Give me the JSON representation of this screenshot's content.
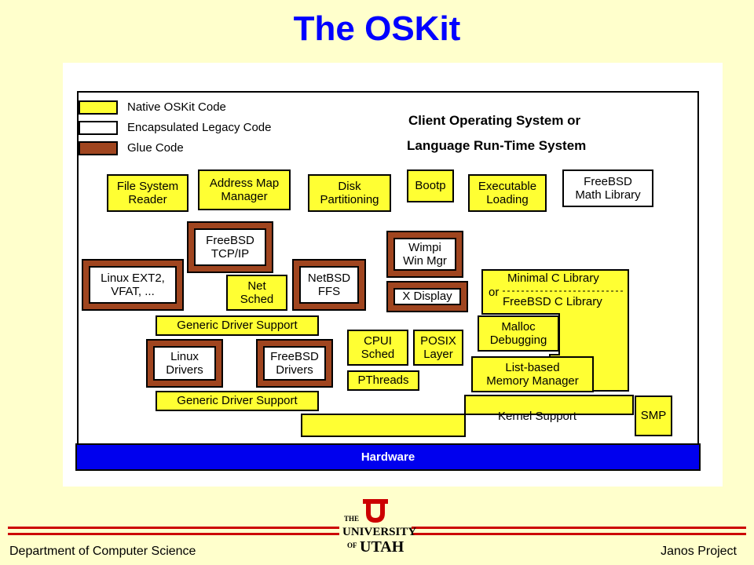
{
  "slide": {
    "title": "The OSKit"
  },
  "legend": {
    "native": "Native OSKit Code",
    "legacy": "Encapsulated Legacy Code",
    "glue": "Glue Code"
  },
  "client": {
    "line1": "Client Operating System or",
    "line2": "Language Run-Time System"
  },
  "components": {
    "file_system_reader": "File System\nReader",
    "address_map_manager": "Address Map\nManager",
    "disk_partitioning": "Disk\nPartitioning",
    "bootp": "Bootp",
    "executable_loading": "Executable\nLoading",
    "freebsd_math_library": "FreeBSD\nMath Library",
    "freebsd_tcpip": "FreeBSD\nTCP/IP",
    "wimpi_win_mgr": "Wimpi\nWin Mgr",
    "linux_ext2_vfat": "Linux EXT2,\nVFAT, ...",
    "net_sched": "Net\nSched",
    "netbsd_ffs": "NetBSD\nFFS",
    "x_display": "X Display",
    "minimal_c_library": "Minimal C Library",
    "or_label": "or",
    "freebsd_c_library": "FreeBSD C Library",
    "generic_driver_support_top": "Generic Driver Support",
    "malloc_debugging": "Malloc\nDebugging",
    "cpu_sched": "CPUI\nSched",
    "posix_layer": "POSIX\nLayer",
    "linux_drivers": "Linux\nDrivers",
    "freebsd_drivers": "FreeBSD\nDrivers",
    "list_based_memory_manager": "List-based\nMemory Manager",
    "pthreads": "PThreads",
    "generic_driver_support_bottom": "Generic Driver Support",
    "kernel_support": "Kernel Support",
    "smp": "SMP",
    "hardware": "Hardware"
  },
  "footer": {
    "left": "Department of Computer Science",
    "right": "Janos Project"
  },
  "logo": {
    "line1": "THE",
    "line2": "UNIVERSITY",
    "line3": "OF",
    "line4": "UTAH"
  },
  "colors": {
    "background": "#ffffcc",
    "title": "#0000ff",
    "native": "#ffff33",
    "glue": "#a0451f",
    "hardware": "#0000ee",
    "footer_rule": "#cc0000"
  }
}
